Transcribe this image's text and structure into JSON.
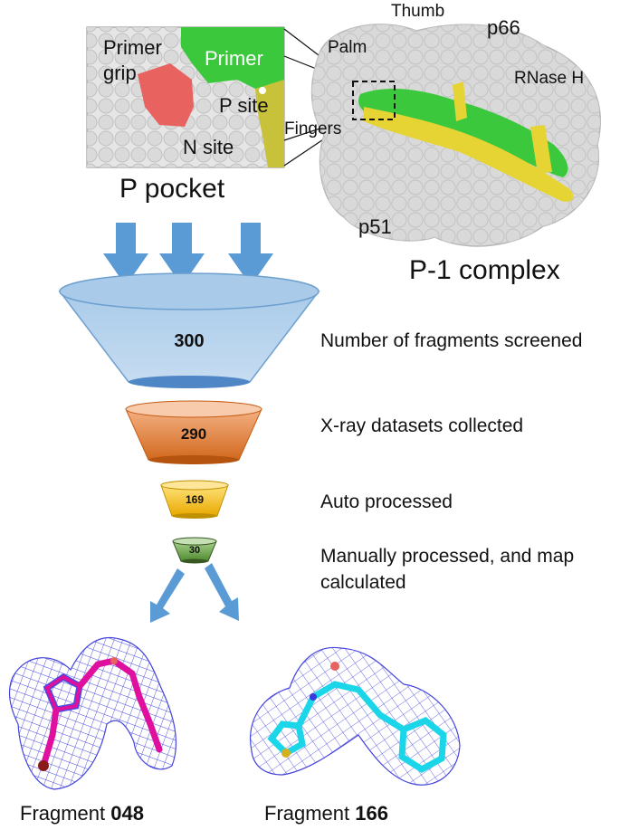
{
  "structure": {
    "pocket_title": "P pocket",
    "complex_title": "P-1 complex",
    "inset_labels": {
      "primer_grip_1": "Primer",
      "primer_grip_2": "grip",
      "primer": "Primer",
      "p_site": "P site",
      "n_site": "N site"
    },
    "complex_labels": {
      "thumb": "Thumb",
      "palm": "Palm",
      "p66": "p66",
      "rnase": "RNase H",
      "fingers": "Fingers",
      "p51": "p51"
    }
  },
  "funnel": [
    {
      "count": "300",
      "label": "Number of fragments screened",
      "color": "#9dc3e6"
    },
    {
      "count": "290",
      "label": "X-ray datasets collected",
      "color": "#ed7d31"
    },
    {
      "count": "169",
      "label": "Auto processed",
      "color": "#ffc000"
    },
    {
      "count": "30",
      "label": "Manually processed, and map calculated",
      "color": "#70ad47"
    }
  ],
  "fragments": [
    {
      "prefix": "Fragment ",
      "id": "048",
      "carbon_color": "#e0109e"
    },
    {
      "prefix": "Fragment ",
      "id": "166",
      "carbon_color": "#1bd6e8"
    }
  ],
  "colors": {
    "arrow": "#5b9bd5",
    "mesh": "#3a3adc",
    "primer_green": "#3cc83c",
    "template_yellow": "#e6d435",
    "pocket_red": "#e8625f"
  }
}
